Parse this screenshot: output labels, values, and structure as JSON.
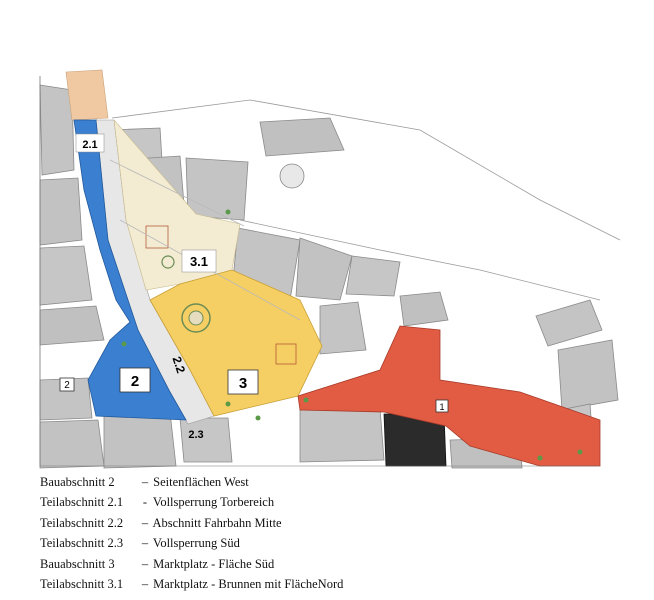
{
  "map": {
    "colors": {
      "west": "#3a7fd0",
      "sued": "#f5cf63",
      "nord": "#f3ecd2",
      "fahrbahn": "#e7e7e7",
      "osten": "#e25b43",
      "torbereich": "#f0c9a3",
      "gebaeude": "#bcbcbc",
      "dunkel": "#2b2b2b"
    },
    "labels": [
      {
        "id": "2.1",
        "text": "2.1"
      },
      {
        "id": "2",
        "text": "2"
      },
      {
        "id": "2.2",
        "text": "2.2"
      },
      {
        "id": "2.3",
        "text": "2.3"
      },
      {
        "id": "3",
        "text": "3"
      },
      {
        "id": "3.1",
        "text": "3.1"
      },
      {
        "id": "marker-1",
        "text": "1"
      },
      {
        "id": "marker-2",
        "text": "2"
      }
    ]
  },
  "legend": [
    {
      "code": "Bauabschnitt 2",
      "sep": "–",
      "desc": "Seitenflächen West"
    },
    {
      "code": "Teilabschnitt 2.1",
      "sep": "-",
      "desc": "Vollsperrung Torbereich"
    },
    {
      "code": "Teilabschnitt 2.2",
      "sep": "–",
      "desc": "Abschnitt Fahrbahn Mitte"
    },
    {
      "code": "Teilabschnitt 2.3",
      "sep": "–",
      "desc": "Vollsperrung Süd"
    },
    {
      "code": "Bauabschnitt 3",
      "sep": "–",
      "desc": "Marktplatz - Fläche Süd"
    },
    {
      "code": "Teilabschnitt 3.1",
      "sep": "–",
      "desc": "Marktplatz - Brunnen mit FlächeNord"
    }
  ]
}
